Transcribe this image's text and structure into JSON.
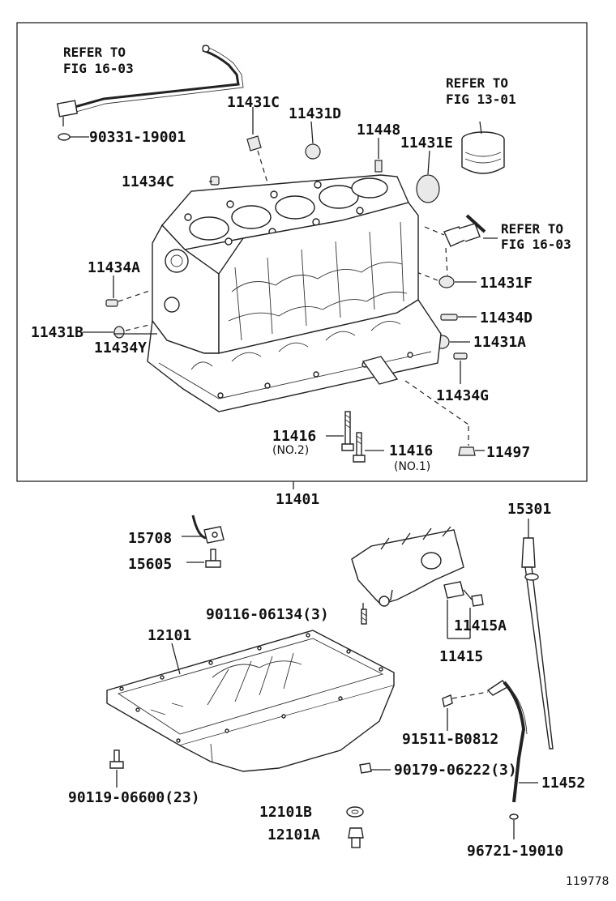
{
  "labels": {
    "ref_fig_16_03_a_1": "REFER TO",
    "ref_fig_16_03_a_2": "FIG 16-03",
    "ref_fig_13_01_1": "REFER TO",
    "ref_fig_13_01_2": "FIG 13-01",
    "ref_fig_16_03_b_1": "REFER TO",
    "ref_fig_16_03_b_2": "FIG 16-03",
    "p_90331_19001": "90331-19001",
    "p_11431C": "11431C",
    "p_11431D": "11431D",
    "p_11448": "11448",
    "p_11431E": "11431E",
    "p_11434C": "11434C",
    "p_11434A": "11434A",
    "p_11431F": "11431F",
    "p_11434D": "11434D",
    "p_11431B": "11431B",
    "p_11434Y": "11434Y",
    "p_11431A": "11431A",
    "p_11434G": "11434G",
    "p_11416_no2": "11416",
    "p_no2": "(NO.2)",
    "p_11416_no1": "11416",
    "p_no1": "(NO.1)",
    "p_11497": "11497",
    "p_11401": "11401",
    "p_15708": "15708",
    "p_15605": "15605",
    "p_15301": "15301",
    "p_90116_06134": "90116-06134(3)",
    "p_12101": "12101",
    "p_11415A": "11415A",
    "p_11415": "11415",
    "p_91511_B0812": "91511-B0812",
    "p_90179_06222": "90179-06222(3)",
    "p_11452": "11452",
    "p_90119_06600": "90119-06600(23)",
    "p_12101B": "12101B",
    "p_12101A": "12101A",
    "p_96721_19010": "96721-19010",
    "figure_number": "119778"
  }
}
